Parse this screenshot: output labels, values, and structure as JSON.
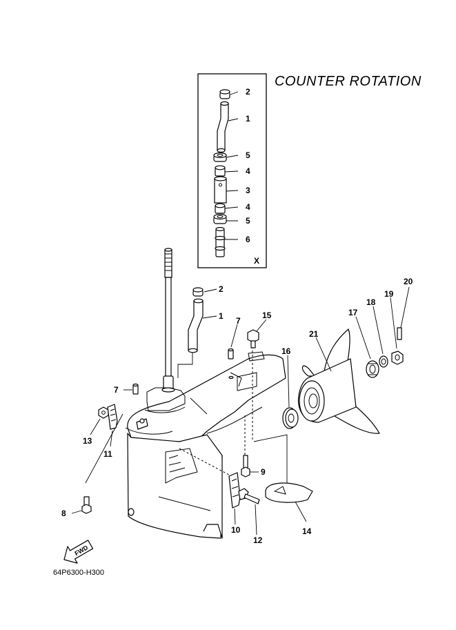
{
  "diagram": {
    "title": "COUNTER ROTATION",
    "inset_label": "X",
    "drawing_code": "64P6300-H300",
    "fwd_label": "FWD"
  },
  "callouts": [
    {
      "id": "c-inset-2",
      "text": "2"
    },
    {
      "id": "c-inset-1",
      "text": "1"
    },
    {
      "id": "c-inset-5a",
      "text": "5"
    },
    {
      "id": "c-inset-4a",
      "text": "4"
    },
    {
      "id": "c-inset-3",
      "text": "3"
    },
    {
      "id": "c-inset-4b",
      "text": "4"
    },
    {
      "id": "c-inset-5b",
      "text": "5"
    },
    {
      "id": "c-inset-6",
      "text": "6"
    },
    {
      "id": "c-2",
      "text": "2"
    },
    {
      "id": "c-1",
      "text": "1"
    },
    {
      "id": "c-7a",
      "text": "7"
    },
    {
      "id": "c-15",
      "text": "15"
    },
    {
      "id": "c-20",
      "text": "20"
    },
    {
      "id": "c-19",
      "text": "19"
    },
    {
      "id": "c-18",
      "text": "18"
    },
    {
      "id": "c-17",
      "text": "17"
    },
    {
      "id": "c-21",
      "text": "21"
    },
    {
      "id": "c-16",
      "text": "16"
    },
    {
      "id": "c-7b",
      "text": "7"
    },
    {
      "id": "c-13",
      "text": "13"
    },
    {
      "id": "c-11",
      "text": "11"
    },
    {
      "id": "c-9",
      "text": "9"
    },
    {
      "id": "c-8",
      "text": "8"
    },
    {
      "id": "c-10",
      "text": "10"
    },
    {
      "id": "c-12",
      "text": "12"
    },
    {
      "id": "c-14",
      "text": "14"
    }
  ]
}
